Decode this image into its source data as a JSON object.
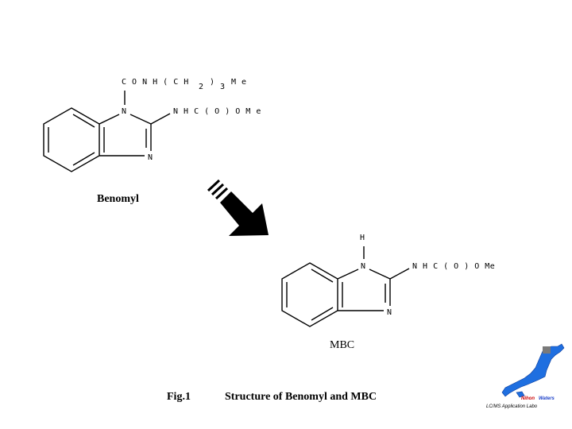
{
  "benomyl": {
    "name": "Benomyl",
    "substituent_top": "C O N H ( C H",
    "sub_2": "2",
    "paren_close": ")",
    "sub_3": "3",
    "me_top": "M e",
    "atom_n1": "N",
    "atom_n3": "N",
    "substituent_right": "N H C ( O ) O M e"
  },
  "mbc": {
    "name": "MBC",
    "atom_h": "H",
    "atom_n1": "N",
    "atom_n3": "N",
    "substituent_right": "N H C ( O )  O Me"
  },
  "caption": {
    "fig_label": "Fig.1",
    "title": "Structure of Benomyl and MBC"
  },
  "logo": {
    "brand_nihon": "Nihon",
    "brand_waters": "Waters",
    "subtitle": "LC/MS Application Labo",
    "color_nihon": "#cc0000",
    "color_waters": "#1a3fc8",
    "map_color": "#1f6fe0"
  },
  "colors": {
    "arrow": "#000000",
    "text": "#000000"
  }
}
